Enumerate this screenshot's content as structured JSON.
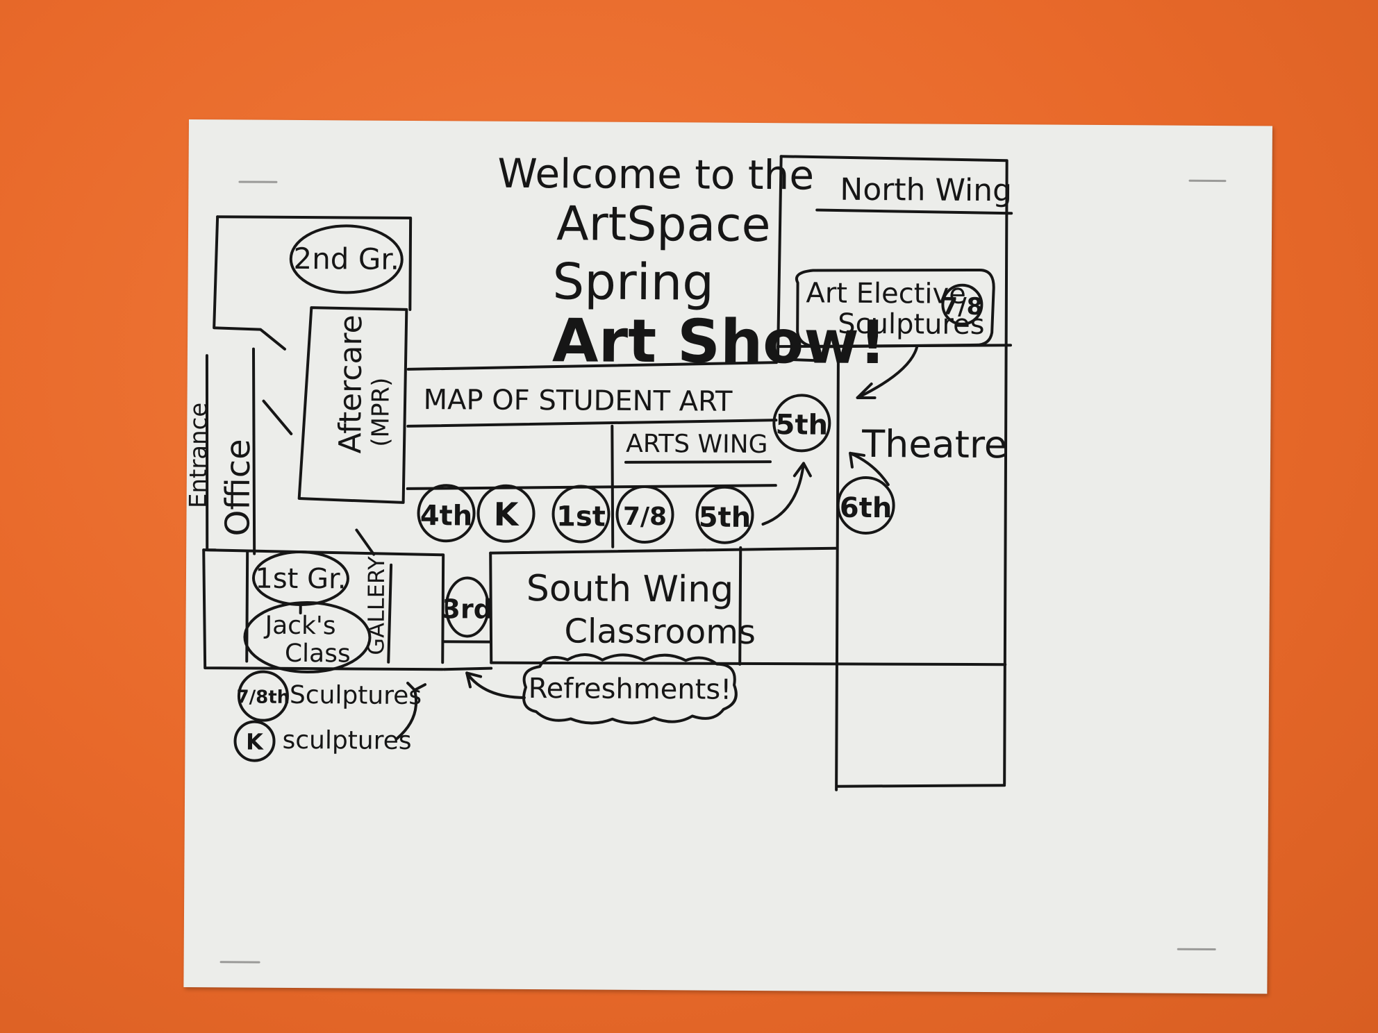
{
  "title": {
    "line1": "Welcome to the",
    "line2": "ArtSpace",
    "line3": "Spring",
    "line4": "Art Show!"
  },
  "labels": {
    "north_wing": "North Wing",
    "art_elective": "Art Elective",
    "sculptures": "Sculptures",
    "theatre": "Theatre",
    "map_heading": "MAP OF STUDENT ART",
    "arts_wing": "ARTS WING",
    "aftercare": "Aftercare",
    "mpr": "(MPR)",
    "office": "Office",
    "entrance": "Entrance",
    "gallery": "GALLERY",
    "south_wing": "South Wing",
    "classrooms": "Classrooms",
    "refreshments": "Refreshments!",
    "second_gr": "2nd Gr.",
    "first_gr": "1st Gr.",
    "jacks": "Jack's",
    "class": "Class",
    "sculptures_78": "Sculptures",
    "sculptures_k": "sculptures"
  },
  "circles": {
    "g78_elective": "7/8",
    "g5_upper": "5th",
    "g4": "4th",
    "gK": "K",
    "g1": "1st",
    "g78": "7/8",
    "g5_lower": "5th",
    "g6": "6th",
    "g3": "3rd",
    "g78th_bottom": "7/8th",
    "gK_bottom": "K"
  },
  "colors": {
    "wall": "#e8692a",
    "paper": "#ecedea",
    "ink": "#161616"
  }
}
